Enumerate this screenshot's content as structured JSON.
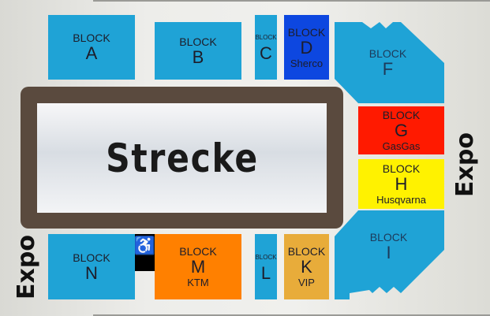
{
  "block_label": "BLOCK",
  "track": {
    "label": "Strecke"
  },
  "expo": {
    "left": "Expo",
    "right": "Expo"
  },
  "colors": {
    "blue": "#1fa3d6",
    "sherco": "#0d47e0",
    "gasgas": "#ff1a00",
    "husqvarna": "#fff200",
    "ktm": "#ff8000",
    "vip": "#e8ac3a",
    "track": "#5a4a3e"
  },
  "blocks": {
    "A": {
      "letter": "A"
    },
    "B": {
      "letter": "B"
    },
    "C": {
      "letter": "C"
    },
    "D": {
      "letter": "D",
      "sponsor": "Sherco"
    },
    "F": {
      "letter": "F"
    },
    "G": {
      "letter": "G",
      "sponsor": "GasGas"
    },
    "H": {
      "letter": "H",
      "sponsor": "Husqvarna"
    },
    "I": {
      "letter": "I"
    },
    "K": {
      "letter": "K",
      "sponsor": "VIP"
    },
    "L": {
      "letter": "L"
    },
    "M": {
      "letter": "M",
      "sponsor": "KTM"
    },
    "N": {
      "letter": "N"
    }
  },
  "accessibility": {
    "icon": "wheelchair-icon"
  }
}
